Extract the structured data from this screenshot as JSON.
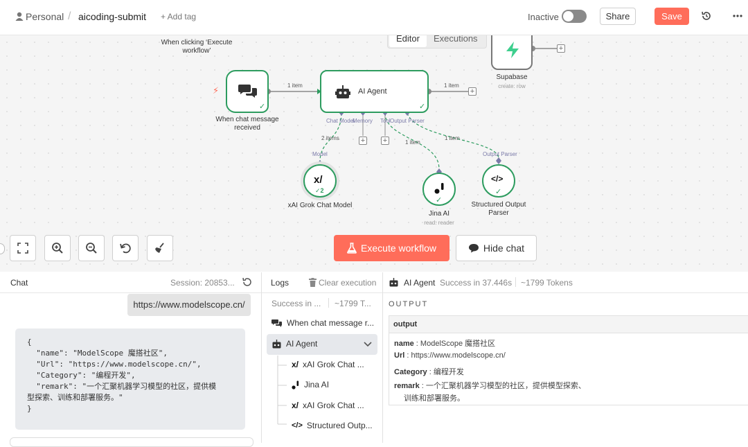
{
  "header": {
    "breadcrumb_root": "Personal",
    "breadcrumb_sep": "/",
    "workflow_name": "aicoding-submit",
    "add_tag": "+ Add tag",
    "status": "Inactive",
    "share": "Share",
    "save": "Save"
  },
  "canvas": {
    "tabs": [
      "Editor",
      "Executions"
    ],
    "trigger_note": "When clicking ‘Execute workflow’",
    "nodes": {
      "chat_trigger": "When chat message received",
      "ai_agent": "AI Agent",
      "supabase": "Supabase",
      "supabase_sub": "create: row",
      "grok": "xAI Grok Chat Model",
      "grok_badge": "2",
      "jina": "Jina AI",
      "jina_sub": "read: reader",
      "parser": "Structured Output Parser"
    },
    "connection_labels": {
      "chat_to_agent": "1 item",
      "agent_to_out": "1 item",
      "model_items": "2 items",
      "tool_item": "1 item",
      "parser_item": "1 item"
    },
    "ports": {
      "chat_model": "Chat Model",
      "memory": "Memory",
      "tool": "Tool",
      "output_parser": "Output Parser",
      "model_in": "Model",
      "parser_in": "Output Parser"
    },
    "buttons": {
      "execute": "Execute workflow",
      "hide_chat": "Hide chat"
    }
  },
  "chat": {
    "title": "Chat",
    "session": "Session: 20853...",
    "user_message": "https://www.modelscope.cn/",
    "bot_response": "{\n  \"name\": \"ModelScope 魔搭社区\",\n  \"Url\": \"https://www.modelscope.cn/\",\n  \"Category\": \"编程开发\",\n  \"remark\": \"一个汇聚机器学习模型的社区，提供模\n型探索、训练和部署服务。\"\n}"
  },
  "logs": {
    "title": "Logs",
    "clear": "Clear execution",
    "summary_status": "Success in ...",
    "summary_tokens": "~1799 T...",
    "items": [
      {
        "label": "When chat message r...",
        "icon": "chat-icon"
      },
      {
        "label": "AI Agent",
        "icon": "robot-icon"
      },
      {
        "label": "xAI Grok Chat ...",
        "icon": "xai-icon"
      },
      {
        "label": "Jina AI",
        "icon": "jina-icon"
      },
      {
        "label": "xAI Grok Chat ...",
        "icon": "xai-icon"
      },
      {
        "label": "Structured Outp...",
        "icon": "code-icon"
      }
    ]
  },
  "output": {
    "node_name": "AI Agent",
    "status": "Success in 37.446s",
    "tokens": "~1799 Tokens",
    "section_title": "OUTPUT",
    "object_name": "output",
    "fields": [
      {
        "key": "name",
        "value": "ModelScope 魔搭社区"
      },
      {
        "key": "Url",
        "value": "https://www.modelscope.cn/"
      },
      {
        "key": "Category",
        "value": "编程开发"
      },
      {
        "key": "remark",
        "value": "一个汇聚机器学习模型的社区，提供模型探索、",
        "value2": "训练和部署服务。"
      }
    ]
  },
  "colors": {
    "accent": "#ff6d5a",
    "success": "#2d9c5f",
    "port": "#7a7aa8"
  }
}
